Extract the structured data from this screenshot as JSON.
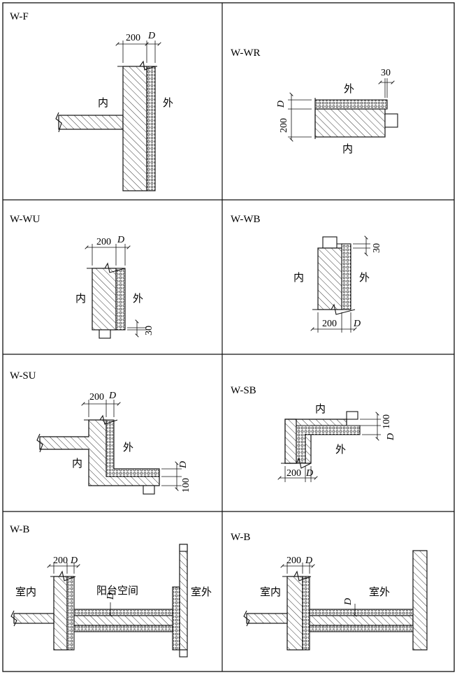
{
  "panels": [
    {
      "id": "W-F",
      "title": "W-F",
      "dims": [
        "200",
        "D"
      ],
      "labels": [
        "内",
        "外"
      ]
    },
    {
      "id": "W-WR",
      "title": "W-WR",
      "dims": [
        "30",
        "D",
        "200"
      ],
      "labels": [
        "外",
        "内"
      ]
    },
    {
      "id": "W-WU",
      "title": "W-WU",
      "dims": [
        "200",
        "D",
        "30"
      ],
      "labels": [
        "内",
        "外"
      ]
    },
    {
      "id": "W-WB",
      "title": "W-WB",
      "dims": [
        "30",
        "200",
        "D"
      ],
      "labels": [
        "内",
        "外"
      ]
    },
    {
      "id": "W-SU",
      "title": "W-SU",
      "dims": [
        "200",
        "D",
        "D",
        "100"
      ],
      "labels": [
        "外",
        "内"
      ]
    },
    {
      "id": "W-SB",
      "title": "W-SB",
      "dims": [
        "100",
        "D",
        "200",
        "D"
      ],
      "labels": [
        "内",
        "外"
      ]
    },
    {
      "id": "W-B-1",
      "title": "W-B",
      "dims": [
        "200",
        "D",
        "D"
      ],
      "labels": [
        "室内",
        "阳台空间",
        "室外"
      ]
    },
    {
      "id": "W-B-2",
      "title": "W-B",
      "dims": [
        "200",
        "D",
        "D"
      ],
      "labels": [
        "室内",
        "室外"
      ]
    }
  ]
}
